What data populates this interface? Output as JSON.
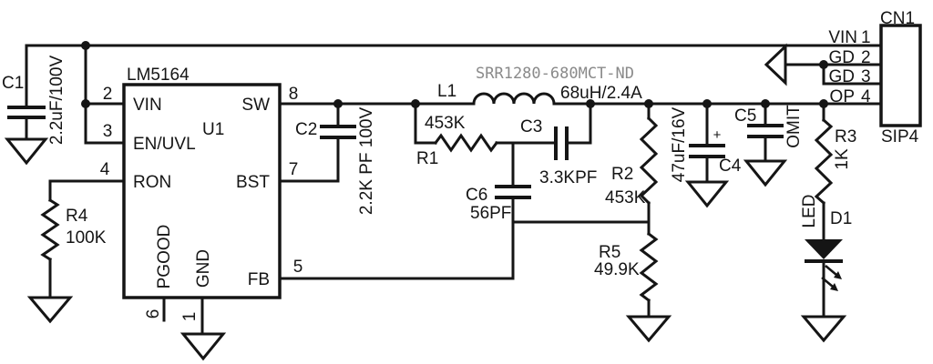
{
  "schematic": {
    "ic": {
      "ref": "U1",
      "part": "LM5164",
      "pins": [
        {
          "num": "2",
          "name": "VIN"
        },
        {
          "num": "3",
          "name": "EN/UVL"
        },
        {
          "num": "4",
          "name": "RON"
        },
        {
          "num": "7",
          "name": "BST"
        },
        {
          "num": "8",
          "name": "SW"
        },
        {
          "num": "5",
          "name": "FB"
        },
        {
          "num": "6",
          "name": "PGOOD"
        },
        {
          "num": "1",
          "name": "GND"
        }
      ]
    },
    "connector": {
      "ref": "CN1",
      "package": "SIP4",
      "pins": [
        {
          "name": "VIN",
          "num": "1"
        },
        {
          "name": "GD",
          "num": "2"
        },
        {
          "name": "GD",
          "num": "3"
        },
        {
          "name": "OP",
          "num": "4"
        }
      ]
    },
    "components": {
      "c1": {
        "ref": "C1",
        "value": "2.2uF/100V"
      },
      "c2": {
        "ref": "C2",
        "value": "2.2K PF 100V"
      },
      "c3": {
        "ref": "C3",
        "value": "3.3KPF"
      },
      "c4": {
        "ref": "C4",
        "value": "47uF/16V",
        "polarity": "+"
      },
      "c5": {
        "ref": "C5",
        "value": "OMIT"
      },
      "c6": {
        "ref": "C6",
        "value": "56PF"
      },
      "r1": {
        "ref": "R1",
        "value": "453K"
      },
      "r2": {
        "ref": "R2",
        "value": "453K"
      },
      "r3": {
        "ref": "R3",
        "value": "1K"
      },
      "r4": {
        "ref": "R4",
        "value": "100K"
      },
      "r5": {
        "ref": "R5",
        "value": "49.9K"
      },
      "l1": {
        "ref": "L1",
        "part_number": "SRR1280-680MCT-ND",
        "value": "68uH/2.4A"
      },
      "d1": {
        "ref": "D1",
        "value": "LED"
      }
    },
    "colors": {
      "wire": "#151515",
      "part_number_grey": "#8a8a8a",
      "background": "#ffffff"
    }
  }
}
